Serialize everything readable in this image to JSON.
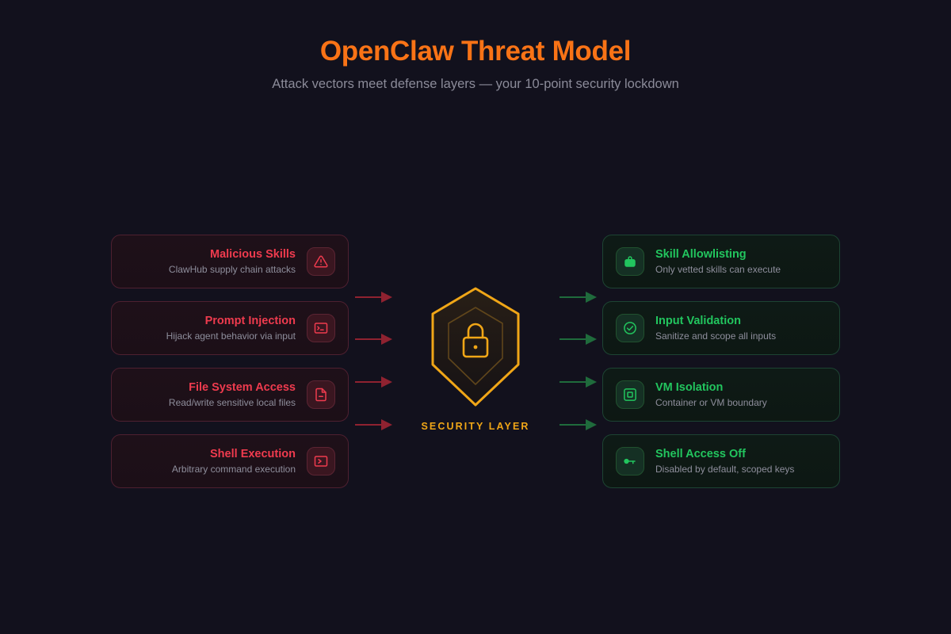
{
  "header": {
    "title": "OpenClaw Threat Model",
    "subtitle": "Attack vectors meet defense layers — your 10-point security lockdown"
  },
  "colors": {
    "background": "#12111d",
    "title_accent": "#f97316",
    "threat": "#ef3b4e",
    "defense": "#22c55e",
    "shield": "#f0a617",
    "subtitle": "#8b8b99"
  },
  "center": {
    "label": "SECURITY LAYER",
    "icon": "lock-icon",
    "shield_icon": "hexagon-shield-icon"
  },
  "threats": [
    {
      "title": "Malicious Skills",
      "desc": "ClawHub supply chain attacks",
      "icon": "alert-triangle-icon"
    },
    {
      "title": "Prompt Injection",
      "desc": "Hijack agent behavior via input",
      "icon": "terminal-window-icon"
    },
    {
      "title": "File System Access",
      "desc": "Read/write sensitive local files",
      "icon": "file-minus-icon"
    },
    {
      "title": "Shell Execution",
      "desc": "Arbitrary command execution",
      "icon": "terminal-chevron-icon"
    }
  ],
  "defenses": [
    {
      "title": "Skill Allowlisting",
      "desc": "Only vetted skills can execute",
      "icon": "briefcase-lock-icon"
    },
    {
      "title": "Input Validation",
      "desc": "Sanitize and scope all inputs",
      "icon": "check-circle-icon"
    },
    {
      "title": "VM Isolation",
      "desc": "Container or VM boundary",
      "icon": "nested-square-icon"
    },
    {
      "title": "Shell Access Off",
      "desc": "Disabled by default, scoped keys",
      "icon": "key-icon"
    }
  ],
  "arrows": {
    "threat_arrow_count": 4,
    "defense_arrow_count": 4,
    "threat_arrow_color": "#8f2230",
    "defense_arrow_color": "#1f6b3c"
  }
}
